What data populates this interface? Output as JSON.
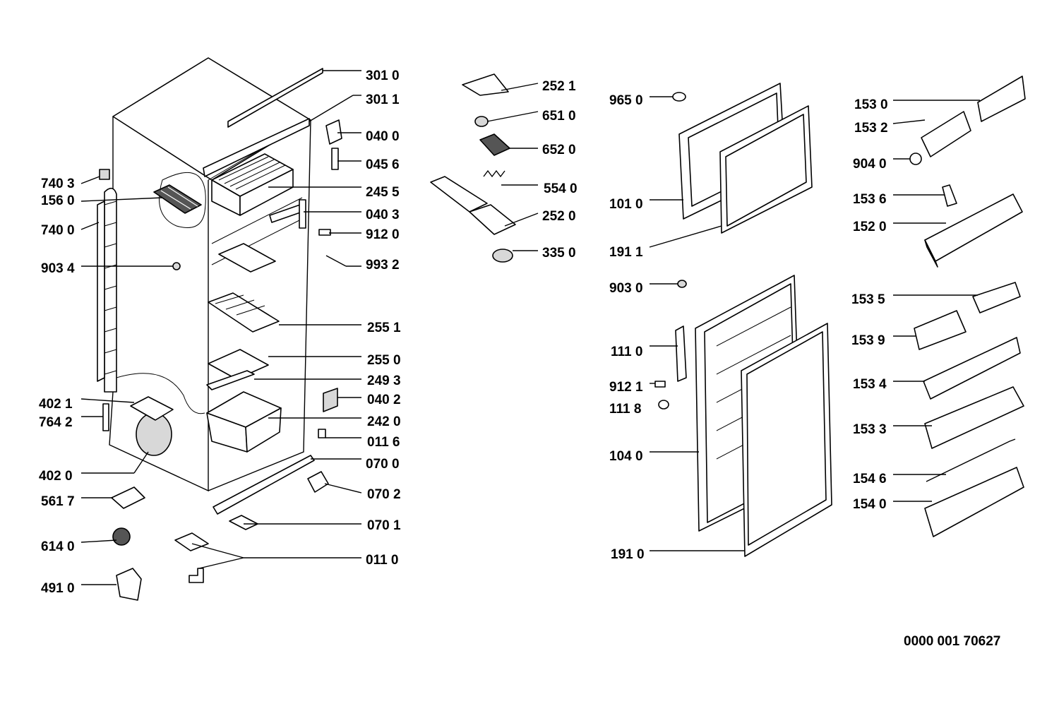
{
  "diagram": {
    "reference_number": "0000 001 70627",
    "labels": {
      "p3010": "301 0",
      "p3011": "301 1",
      "p0400": "040 0",
      "p0456": "045 6",
      "p2455": "245 5",
      "p0403": "040 3",
      "p9120": "912 0",
      "p9932": "993 2",
      "p2551": "255 1",
      "p2550": "255 0",
      "p2493": "249 3",
      "p0402": "040 2",
      "p2420": "242 0",
      "p0116": "011 6",
      "p0700": "070 0",
      "p0702": "070 2",
      "p0701": "070 1",
      "p0110": "011 0",
      "p7403": "740 3",
      "p1560": "156 0",
      "p7400": "740 0",
      "p9034": "903 4",
      "p4021": "402 1",
      "p7642": "764 2",
      "p4020": "402 0",
      "p5617": "561 7",
      "p6140": "614 0",
      "p4910": "491 0",
      "p2521": "252 1",
      "p6510": "651 0",
      "p6520": "652 0",
      "p5540": "554 0",
      "p2520": "252 0",
      "p3350": "335 0",
      "p9650": "965 0",
      "p1010": "101 0",
      "p1911": "191 1",
      "p9030": "903 0",
      "p1110": "111 0",
      "p9121": "912 1",
      "p1118": "111 8",
      "p1040": "104 0",
      "p1910": "191 0",
      "p1530": "153 0",
      "p1532": "153 2",
      "p9040": "904 0",
      "p1536": "153 6",
      "p1520": "152 0",
      "p1535": "153 5",
      "p1539": "153 9",
      "p1534": "153 4",
      "p1533": "153 3",
      "p1546": "154 6",
      "p1540": "154 0"
    }
  }
}
